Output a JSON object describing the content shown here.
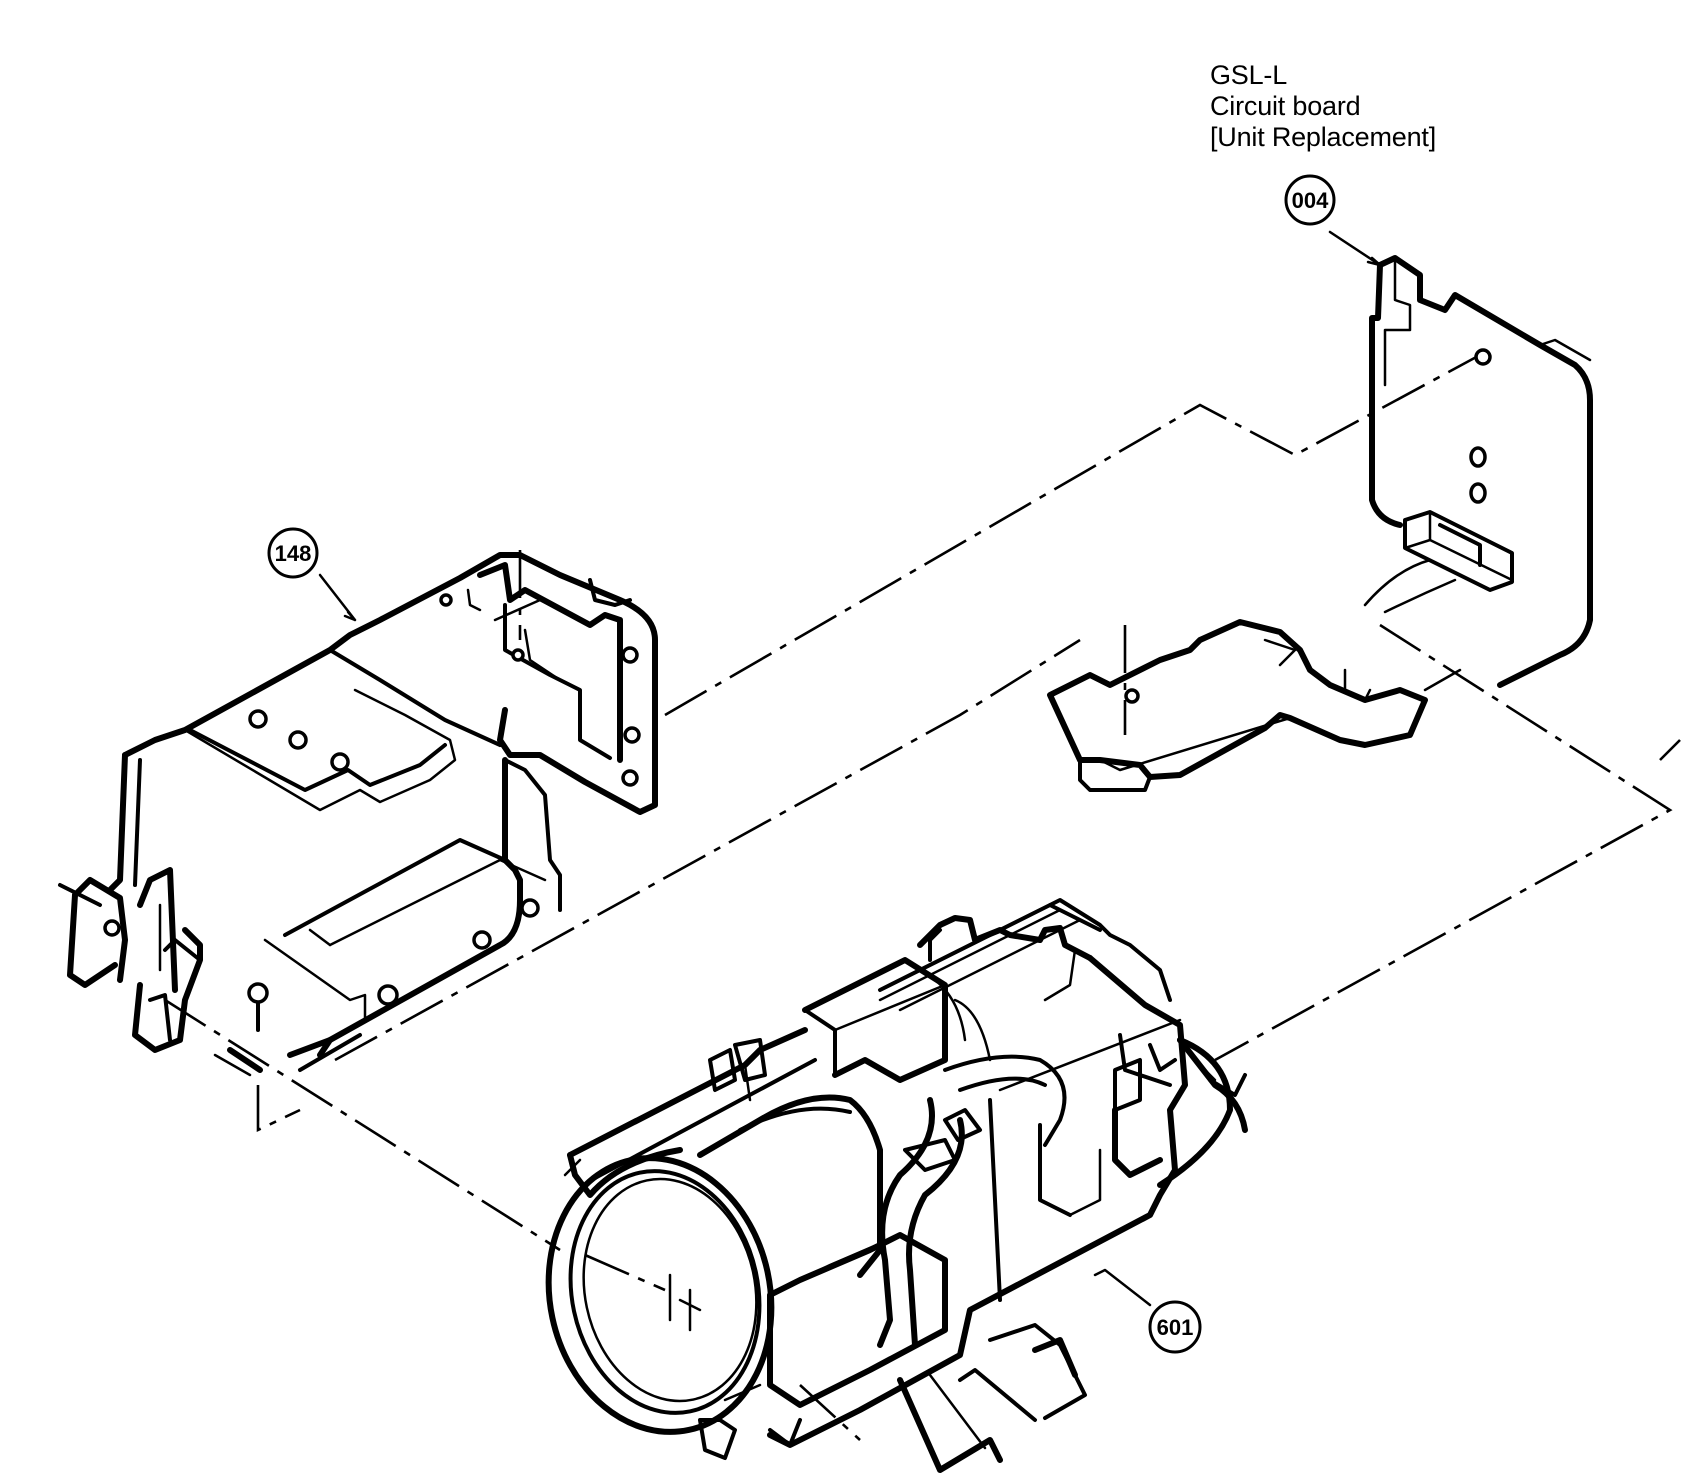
{
  "board_label": {
    "line1": "GSL-L",
    "line2": "Circuit board",
    "line3": "[Unit Replacement]"
  },
  "callouts": {
    "board": "004",
    "bracket": "148",
    "lens": "601"
  }
}
